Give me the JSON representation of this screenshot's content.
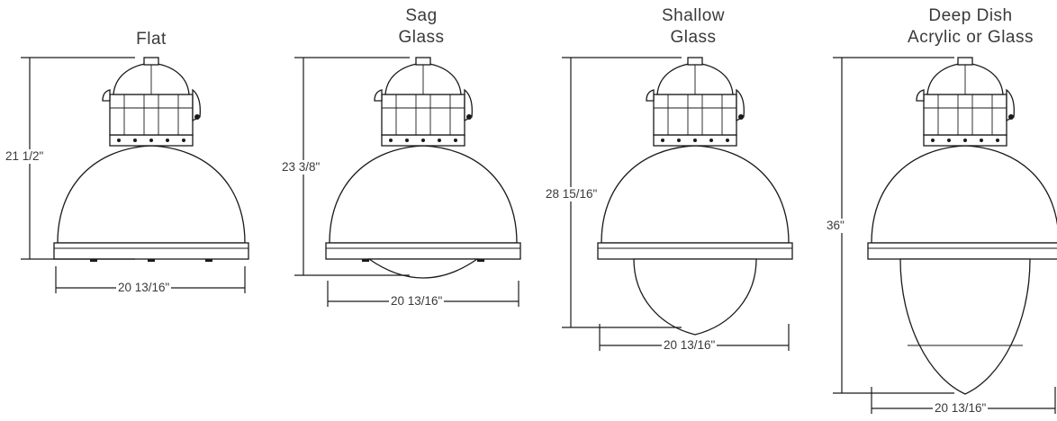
{
  "variants": [
    {
      "title_line1": "Flat",
      "title_line2": "",
      "height": "21 1/2\"",
      "width": "20 13/16\""
    },
    {
      "title_line1": "Sag",
      "title_line2": "Glass",
      "height": "23 3/8\"",
      "width": "20 13/16\""
    },
    {
      "title_line1": "Shallow",
      "title_line2": "Glass",
      "height": "28 15/16\"",
      "width": "20 13/16\""
    },
    {
      "title_line1": "Deep Dish",
      "title_line2": "Acrylic or Glass",
      "height": "36\"",
      "width": "20 13/16\""
    }
  ]
}
